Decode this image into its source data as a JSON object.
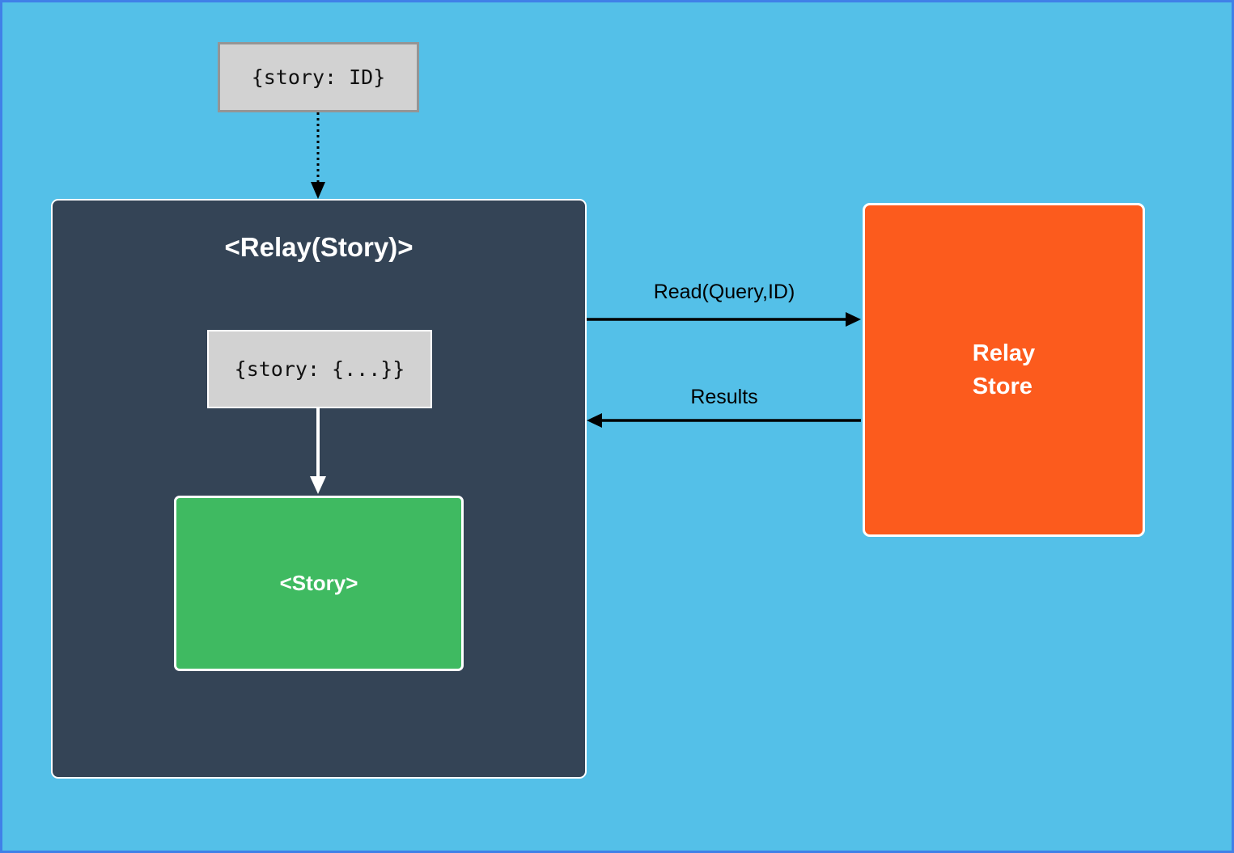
{
  "diagram": {
    "input_box": {
      "label": "{story: ID}"
    },
    "relay_component": {
      "title": "<Relay(Story)>",
      "fragment_box": {
        "label": "{story: {...}}"
      },
      "story_component": {
        "label": "<Story>"
      }
    },
    "relay_store": {
      "line1": "Relay",
      "line2": "Store"
    },
    "arrows": {
      "read_label": "Read(Query,ID)",
      "results_label": "Results"
    },
    "colors": {
      "background": "#54c0e8",
      "page_border": "#4080e8",
      "relay_component_bg": "#344456",
      "story_component_bg": "#3fba61",
      "relay_store_bg": "#fc5b1d",
      "code_box_bg": "#d2d2d2",
      "code_box_border": "#959595",
      "box_border_white": "#ffffff",
      "arrow_black": "#000000",
      "arrow_white": "#ffffff",
      "text_on_dark": "#ffffff",
      "text_code": "#111111"
    }
  }
}
